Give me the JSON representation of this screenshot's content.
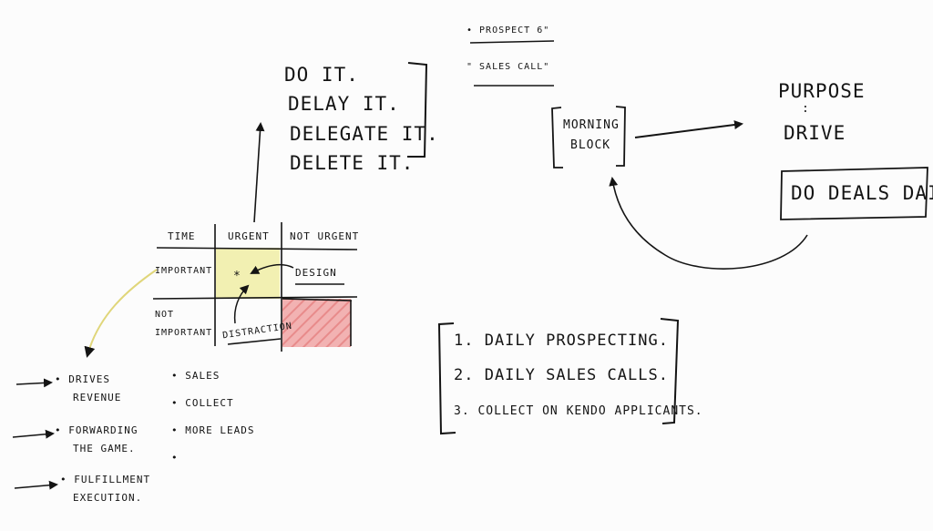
{
  "colors": {
    "ink": "#141414",
    "urgent_important_fill": "#f2f0b2",
    "distraction_fill": "#f2b2b2",
    "hatch": "#e88b8b",
    "yellow_arrow": "#e0d67a"
  },
  "actions": [
    "DO IT.",
    "DELAY IT.",
    "DELEGATE IT.",
    "DELETE IT."
  ],
  "notes_top": [
    "• PROSPECT 6\"",
    "\" SALES CALL\""
  ],
  "morning_block": {
    "line1": "MORNING",
    "line2": "BLOCK"
  },
  "right_stack": {
    "purpose": "PURPOSE",
    "dots": ":",
    "drive": "DRIVE",
    "box_label": "DO DEALS DAILY"
  },
  "matrix": {
    "corner": "TIME",
    "col_urgent": "URGENT",
    "col_not_urgent": "NOT URGENT",
    "row_important": "IMPORTANT",
    "row_not_important_1": "NOT",
    "row_not_important_2": "IMPORTANT",
    "star": "*",
    "design": "DESIGN",
    "distraction": "DISTRACTION"
  },
  "left_list": [
    {
      "line1": "• DRIVES",
      "line2": "REVENUE"
    },
    {
      "line1": "• FORWARDING",
      "line2": "THE GAME."
    },
    {
      "line1": "• FULFILLMENT",
      "line2": "EXECUTION."
    }
  ],
  "middle_list": [
    "• SALES",
    "• COLLECT",
    "• MORE LEADS",
    "•"
  ],
  "daily_list": [
    "1. DAILY PROSPECTING.",
    "2. DAILY SALES CALLS.",
    "3. COLLECT ON KENDO APPLICANTS."
  ]
}
